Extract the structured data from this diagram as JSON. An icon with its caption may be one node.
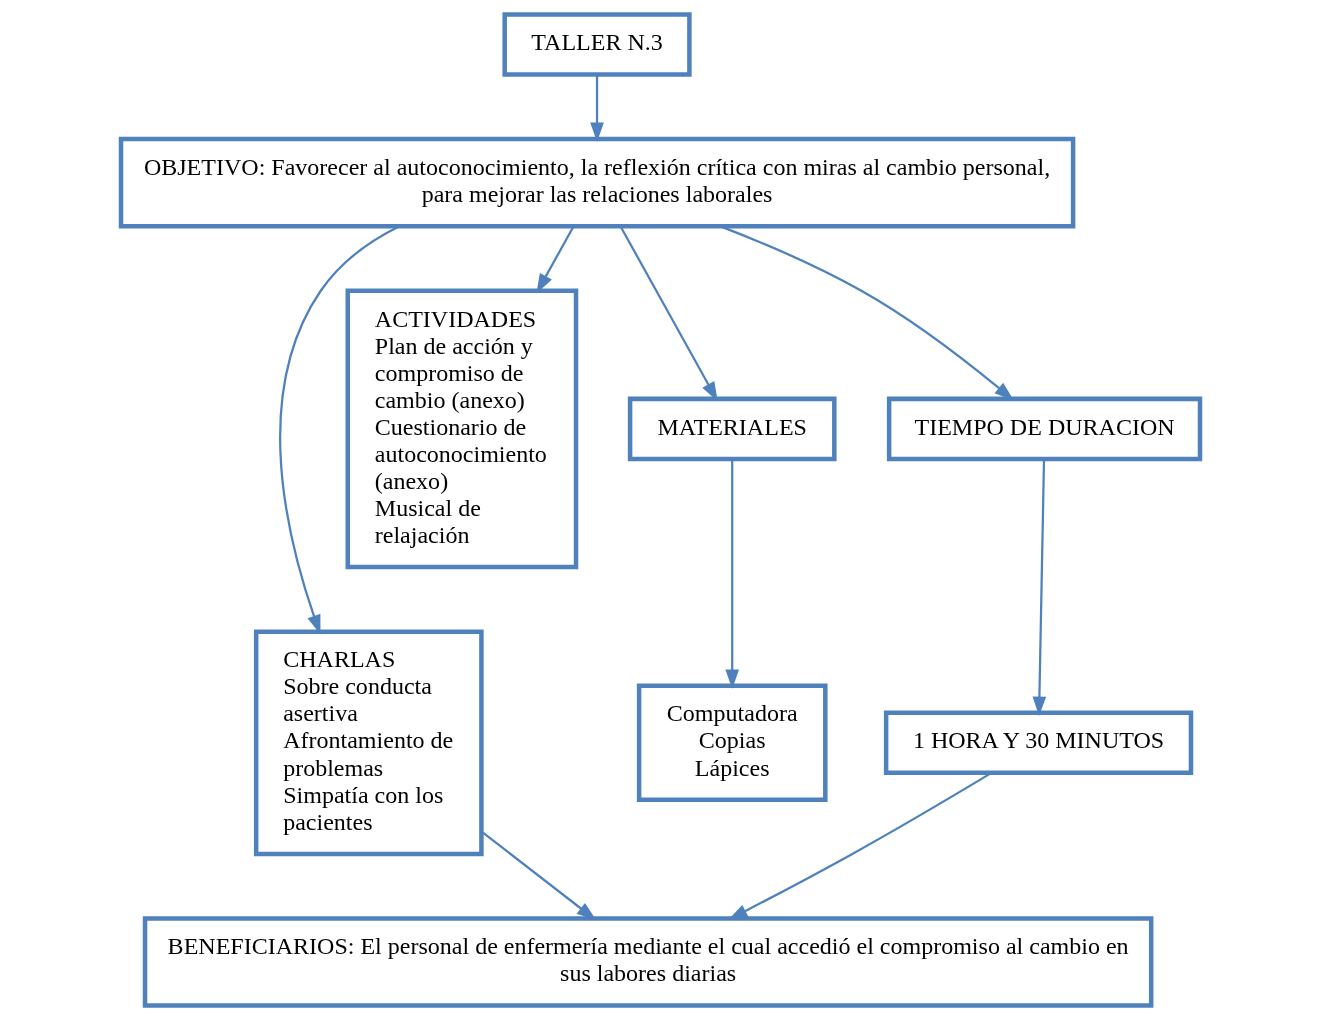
{
  "diagram": {
    "nodes": [
      {
        "text": [
          "TALLER N.3"
        ]
      },
      {
        "text": [
          "OBJETIVO: Favorecer al autoconocimiento, la reflexión crítica con miras al cambio personal, para mejorar las relaciones laborales"
        ]
      },
      {
        "text": [
          "CHARLAS",
          "Sobre conducta asertiva",
          "Afrontamiento de problemas",
          "Simpatía con los pacientes"
        ]
      },
      {
        "text": [
          "ACTIVIDADES",
          "Plan de acción y compromiso de cambio (anexo)",
          "Cuestionario de autoconocimiento (anexo)",
          "Musical de relajación"
        ]
      },
      {
        "text": [
          "MATERIALES"
        ]
      },
      {
        "text": [
          "Computadora",
          "Copias",
          "Lápices"
        ]
      },
      {
        "text": [
          "TIEMPO DE DURACION"
        ]
      },
      {
        "text": [
          "1 HORA Y 30 MINUTOS"
        ]
      },
      {
        "text": [
          "BENEFICIARIOS: El personal de enfermería mediante el cual accedió el compromiso al cambio en sus labores diarias"
        ]
      }
    ],
    "edges": [
      {
        "from": 0,
        "to": 1,
        "arrow": "to"
      },
      {
        "from": 1,
        "to": 2,
        "arrow": "to"
      },
      {
        "from": 1,
        "to": 3,
        "arrow": "to"
      },
      {
        "from": 1,
        "to": 4,
        "arrow": "to"
      },
      {
        "from": 1,
        "to": 6,
        "arrow": "to"
      },
      {
        "from": 4,
        "to": 5,
        "arrow": "to"
      },
      {
        "from": 6,
        "to": 7,
        "arrow": "to"
      },
      {
        "from": 2,
        "to": 8,
        "arrow": "to"
      },
      {
        "from": 7,
        "to": 8,
        "arrow": "to"
      }
    ]
  }
}
